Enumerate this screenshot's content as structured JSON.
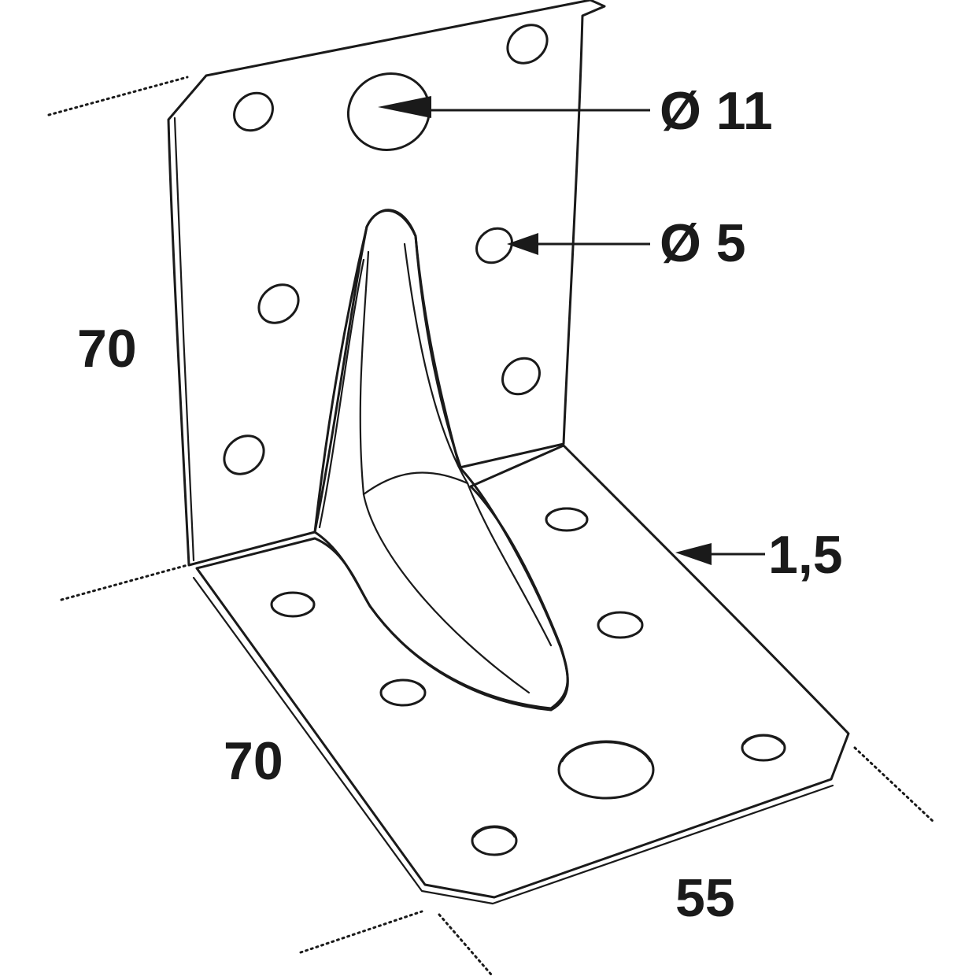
{
  "diagram": {
    "dimensions": {
      "hole_large": "Ø 11",
      "hole_small": "Ø 5",
      "thickness": "1,5",
      "vertical_height": "70",
      "horizontal_depth": "70",
      "width": "55"
    },
    "colors": {
      "line": "#1a1a1a",
      "background": "#ffffff"
    }
  }
}
